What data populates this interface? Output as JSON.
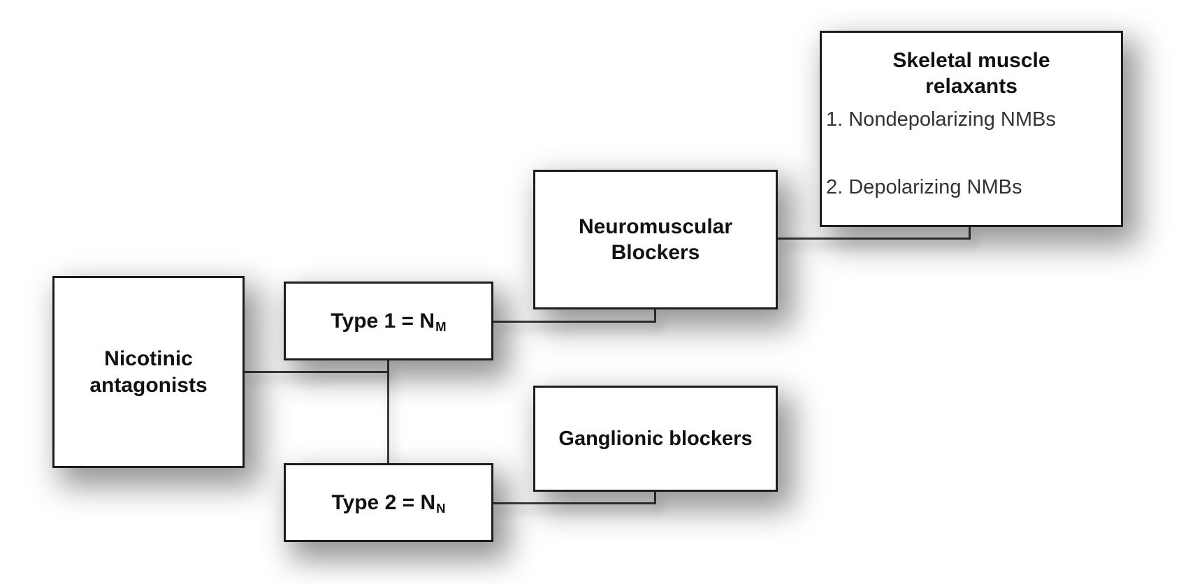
{
  "diagram": {
    "root": {
      "label": "Nicotinic antagonists"
    },
    "type1": {
      "prefix": "Type 1 = N",
      "subscript": "M"
    },
    "type2": {
      "prefix": "Type 2 = N",
      "subscript": "N"
    },
    "neuromuscular": {
      "label": "Neuromuscular Blockers"
    },
    "ganglionic": {
      "label": "Ganglionic blockers"
    },
    "skeletal": {
      "title": "Skeletal muscle relaxants",
      "items": [
        "1. Nondepolarizing NMBs",
        "2. Depolarizing NMBs"
      ]
    },
    "colors": {
      "background": "#ffffff",
      "box_fill": "#ffffff",
      "box_border": "#1d1d1d",
      "connector_line": "#3c3c3c",
      "text": "#111111"
    }
  }
}
